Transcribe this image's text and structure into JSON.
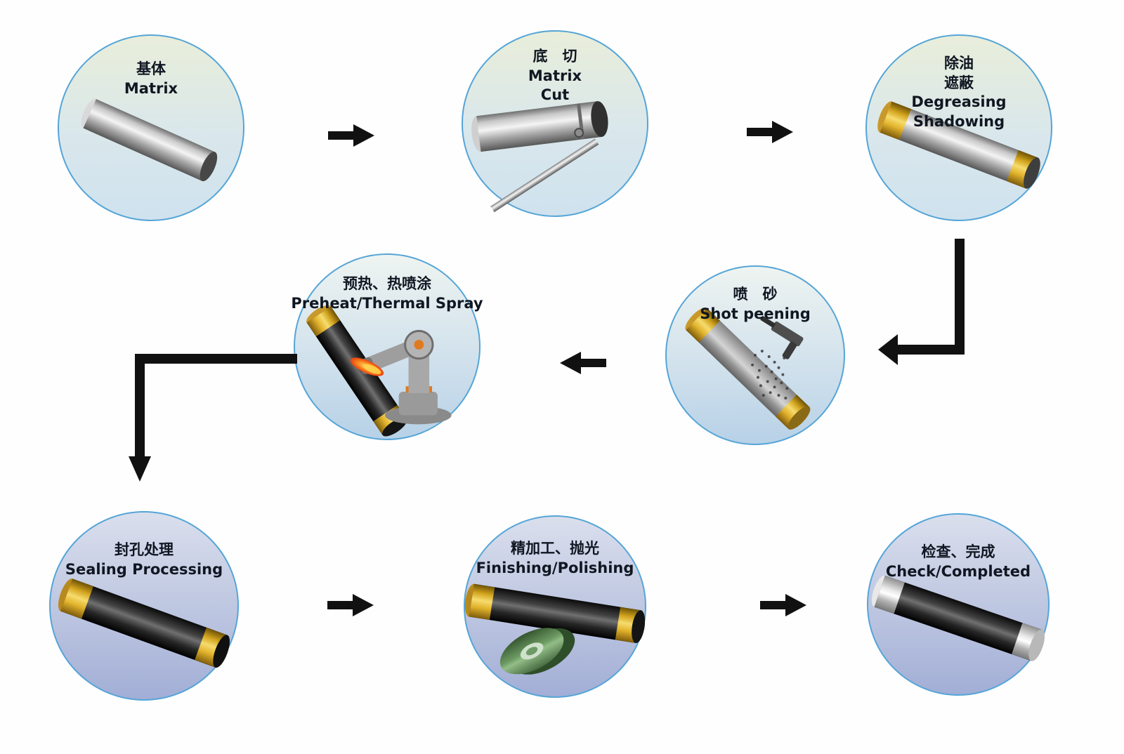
{
  "diagram": {
    "steps": [
      {
        "id": "matrix",
        "label": "基体\nMatrix",
        "icon": "plain-cylinder"
      },
      {
        "id": "matrix-cut",
        "label": "底　切\nMatrix\nCut",
        "icon": "cut-cylinder-with-tool"
      },
      {
        "id": "degreasing",
        "label": "除油\n遮蔽\nDegreasing\nShadowing",
        "icon": "masked-cylinder-gold-ends"
      },
      {
        "id": "shot-peening",
        "label": "喷　砂\nShot peening",
        "icon": "cylinder-with-sandblast-gun"
      },
      {
        "id": "preheat",
        "label": "预热、热喷涂\nPreheat/Thermal Spray",
        "icon": "robot-arm-thermal-spray"
      },
      {
        "id": "sealing",
        "label": "封孔处理\nSealing Processing",
        "icon": "sealed-black-cylinder"
      },
      {
        "id": "finishing",
        "label": "精加工、抛光\nFinishing/Polishing",
        "icon": "cylinder-with-grinding-wheel"
      },
      {
        "id": "check",
        "label": "检查、完成\nCheck/Completed",
        "icon": "finished-cylinder-chrome-ends"
      }
    ],
    "connections": [
      {
        "from": "matrix",
        "to": "matrix-cut",
        "direction": "right"
      },
      {
        "from": "matrix-cut",
        "to": "degreasing",
        "direction": "right"
      },
      {
        "from": "degreasing",
        "to": "shot-peening",
        "direction": "down-left"
      },
      {
        "from": "shot-peening",
        "to": "preheat",
        "direction": "left"
      },
      {
        "from": "preheat",
        "to": "sealing",
        "direction": "left-down"
      },
      {
        "from": "sealing",
        "to": "finishing",
        "direction": "right"
      },
      {
        "from": "finishing",
        "to": "check",
        "direction": "right"
      }
    ],
    "colors": {
      "circle_border": "#55a5d7",
      "text": "#101722",
      "arrow": "#111111",
      "gold_band": "#e0b32a",
      "top_row_gradient": [
        "#e9eeda",
        "#cfe2ee"
      ],
      "middle_row_gradient": [
        "#eef4f1",
        "#b7d1e7"
      ],
      "bottom_row_gradient": [
        "#dadfed",
        "#a2aed6"
      ]
    }
  }
}
